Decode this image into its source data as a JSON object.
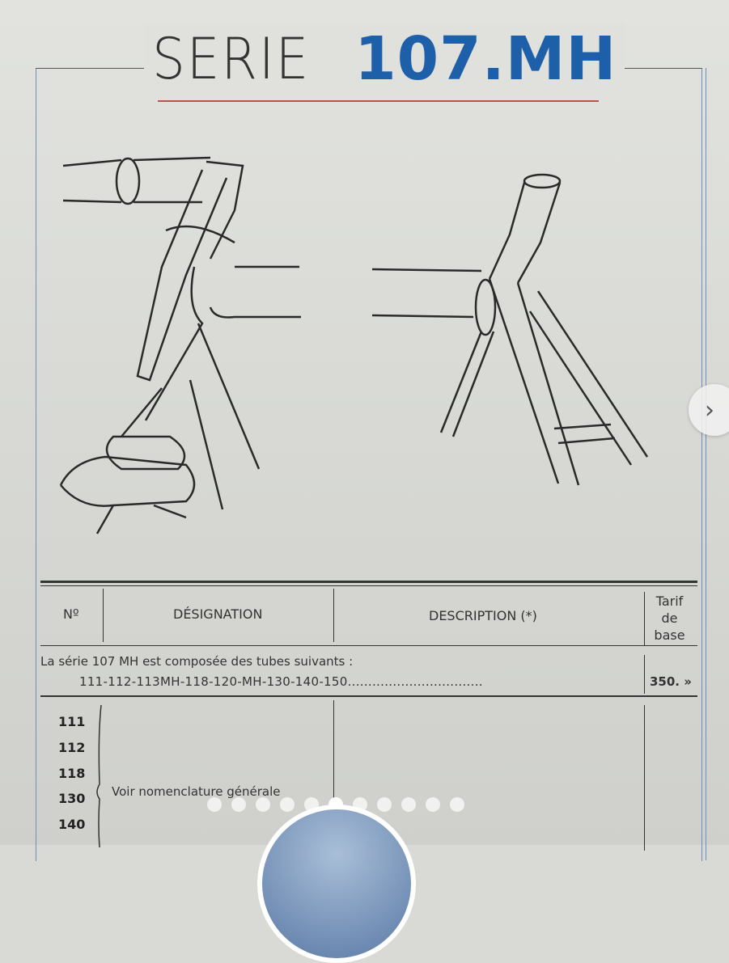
{
  "header": {
    "serie": "SERIE",
    "model": "107.MH"
  },
  "table": {
    "headers": {
      "no": "Nº",
      "designation": "DÉSIGNATION",
      "description": "DESCRIPTION (*)",
      "tarif": [
        "Tarif",
        "de",
        "base"
      ]
    },
    "summary": {
      "line1": "La série 107 MH est composée des tubes suivants :",
      "line2": "111-112-113MH-118-120-MH-130-140-150.................................",
      "price": "350. »"
    },
    "rows": [
      "111",
      "112",
      "118",
      "130",
      "140"
    ],
    "designation_note": "Voir nomenclature générale"
  },
  "carousel": {
    "count": 11,
    "active": 6,
    "next_icon": "chevron-right-icon"
  },
  "colors": {
    "accent": "#1d5fa8",
    "rule": "#c0504d"
  }
}
